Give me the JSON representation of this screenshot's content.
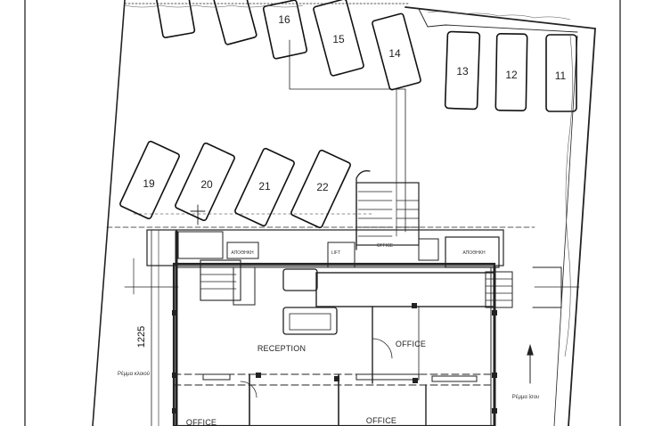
{
  "parking_spaces": [
    "16",
    "15",
    "14",
    "13",
    "12",
    "11",
    "19",
    "20",
    "21",
    "22"
  ],
  "rooms": {
    "reception": "RECEPTION",
    "office_right": "OFFICE",
    "office_bottom_left": "OFFICE",
    "office_bottom_center": "OFFICE",
    "lift": "LIFT",
    "storage_left": "ΑΠΟΘΗΚΗ",
    "storage_right": "ΑΠΟΘΗΚΗ",
    "office_small": "OFFICE"
  },
  "dimension": "1225",
  "annotations": {
    "ground_left": "Ρέμμα κλοιού",
    "ground_right": "Ρέμμα ίσου"
  }
}
